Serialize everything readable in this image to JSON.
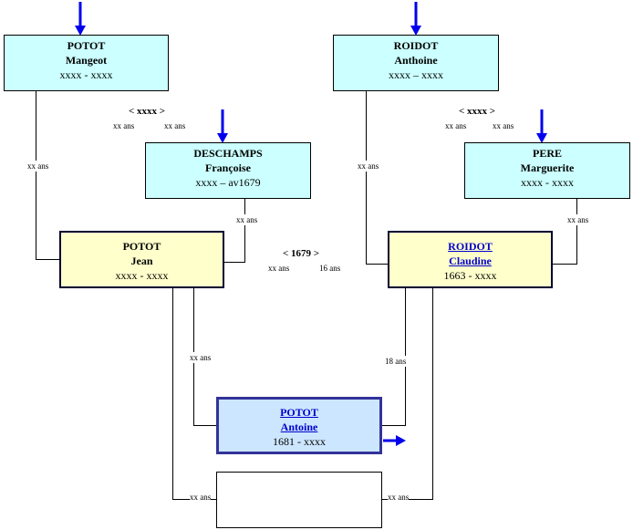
{
  "persons": {
    "mangeot": {
      "surname": "POTOT",
      "given": "Mangeot",
      "dates": "xxxx - xxxx"
    },
    "anthoine": {
      "surname": "ROIDOT",
      "given": "Anthoine",
      "dates": "xxxx – xxxx"
    },
    "francoise": {
      "surname": "DESCHAMPS",
      "given": "Françoise",
      "dates": "xxxx – av1679"
    },
    "marguerite": {
      "surname": "PERE",
      "given": "Marguerite",
      "dates": "xxxx - xxxx"
    },
    "jean": {
      "surname": "POTOT",
      "given": "Jean",
      "dates": "xxxx - xxxx"
    },
    "claudine": {
      "surname": "ROIDOT",
      "given": "Claudine",
      "dates": "1663 - xxxx"
    },
    "antoine": {
      "surname": "POTOT",
      "given": "Antoine",
      "dates": "1681 - xxxx"
    }
  },
  "marriages": {
    "left": {
      "date": "< xxxx >",
      "age_husband": "xx ans",
      "age_wife": "xx ans"
    },
    "right": {
      "date": "< xxxx >",
      "age_husband": "xx ans",
      "age_wife": "xx ans"
    },
    "center": {
      "date": "< 1679 >",
      "age_husband": "xx ans",
      "age_wife": "16 ans"
    }
  },
  "ages": {
    "mangeot_to_jean": "xx ans",
    "francoise_to_jean": "xx ans",
    "anthoine_to_claudine": "xx ans",
    "marguerite_to_claudine": "xx ans",
    "jean_to_antoine": "xx ans",
    "claudine_to_antoine": "18 ans",
    "jean_to_spouse": "xx ans",
    "claudine_to_spouse": "xx ans"
  },
  "colors": {
    "arrow": "#0000ee",
    "cyan_box": "#ccffff",
    "yellow_box": "#ffffcc",
    "blue_box": "#cce6ff"
  }
}
